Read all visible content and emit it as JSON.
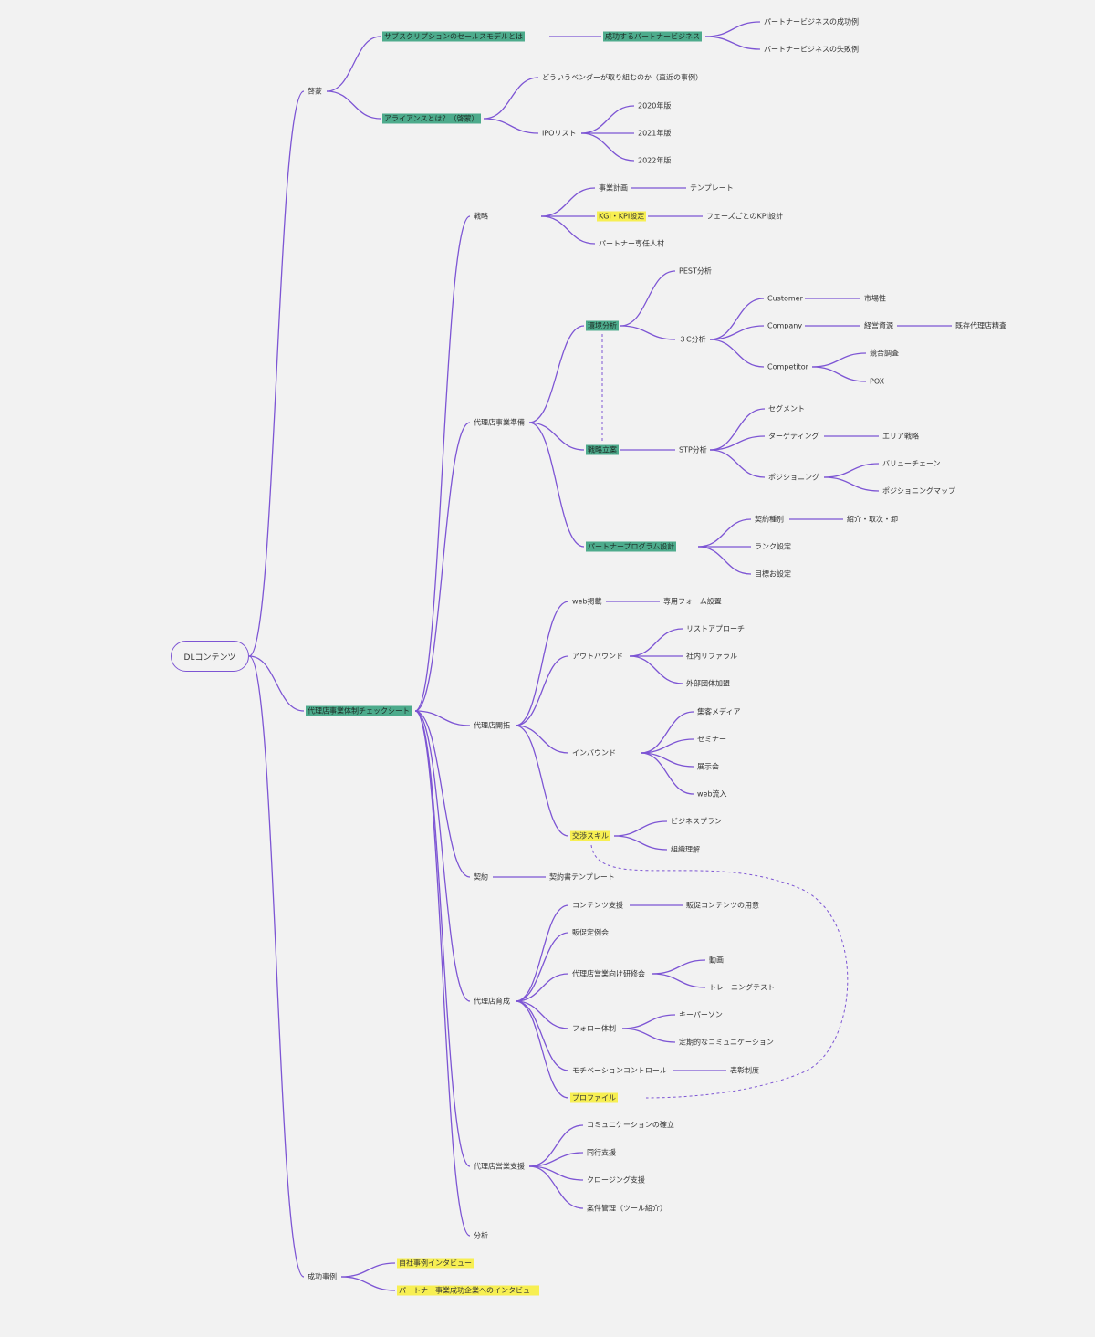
{
  "colors": {
    "edge": "#7d55d4",
    "highlight_green": "#4dab8c",
    "highlight_yellow": "#f7ef52",
    "background": "#f2f2f2"
  },
  "root": {
    "label": "DLコンテンツ"
  },
  "nodes": {
    "keimou": "啓蒙",
    "subscription": "サブスクリプションのセールスモデルとは",
    "seikou_partner": "成功するパートナービジネス",
    "partner_success": "パートナービジネスの成功例",
    "partner_failure": "パートナービジネスの失敗例",
    "alliance": "アライアンスとは？（啓蒙）",
    "vendor": "どういうベンダーが取り組むのか（直近の事例）",
    "ipo": "IPOリスト",
    "y2020": "2020年版",
    "y2021": "2021年版",
    "y2022": "2022年版",
    "checksheet": "代理店事業体制チェックシート",
    "senryaku": "戦略",
    "jigyou_keikaku": "事業計画",
    "template": "テンプレート",
    "kgi": "KGI・KPI設定",
    "phase_kpi": "フェーズごとのKPI設計",
    "partner_staff": "パートナー専任人材",
    "junbi": "代理店事業準備",
    "kankyou": "環境分析",
    "pest": "PEST分析",
    "three_c": "３C分析",
    "customer": "Customer",
    "shijousei": "市場性",
    "company": "Company",
    "keiei": "経営資源",
    "kizon": "既存代理店精査",
    "competitor": "Competitor",
    "kyougou": "競合調査",
    "pox": "POX",
    "senryaku_ritsuan": "戦略立案",
    "stp": "STP分析",
    "segment": "セグメント",
    "targeting": "ターゲティング",
    "area": "エリア戦略",
    "positioning": "ポジショニング",
    "value_chain": "バリューチェーン",
    "pos_map": "ポジショニングマップ",
    "program": "パートナープログラム設計",
    "keiyaku_shubetsu": "契約種別",
    "shoukai": "紹介・取次・卸",
    "rank": "ランク設定",
    "mokuhyou": "目標お設定",
    "kaitaku": "代理店開拓",
    "web_keisai": "web掲載",
    "form": "専用フォーム設置",
    "outbound": "アウトバウンド",
    "list_approach": "リストアプローチ",
    "shanai": "社内リファラル",
    "gaibu": "外部団体加盟",
    "inbound": "インバウンド",
    "shuukyaku": "集客メディア",
    "seminar": "セミナー",
    "tenjikai": "展示会",
    "web_ryuunyuu": "web流入",
    "koushou": "交渉スキル",
    "business_plan": "ビジネスプラン",
    "soshiki": "組織理解",
    "keiyaku": "契約",
    "keiyakusho": "契約書テンプレート",
    "ikusei": "代理店育成",
    "contents_shien": "コンテンツ支援",
    "hansoku_contents": "販促コンテンツの用意",
    "hansoku_teirei": "販促定例会",
    "kenshuu": "代理店営業向け研修会",
    "douga": "動画",
    "training_test": "トレーニングテスト",
    "follow": "フォロー体制",
    "key_person": "キーパーソン",
    "teiki": "定期的なコミュニケーション",
    "motivation": "モチベーションコントロール",
    "hyoushou": "表彰制度",
    "profile": "プロファイル",
    "eigyou_shien": "代理店営業支援",
    "comm_kakuritsu": "コミュニケーションの確立",
    "doukou": "同行支援",
    "closing": "クロージング支援",
    "anken": "案件管理（ツール紹介）",
    "bunseki": "分析",
    "seikou_jirei": "成功事例",
    "jisha_interview": "自社事例インタビュー",
    "partner_interview": "パートナー事業成功企業へのインタビュー"
  }
}
